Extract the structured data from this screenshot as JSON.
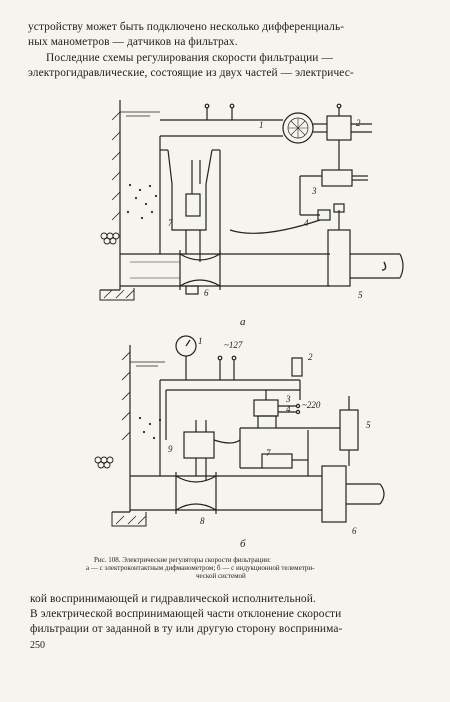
{
  "top_text": {
    "line1": "устройству может быть подключено несколько дифференциаль-",
    "line2": "ных манометров — датчиков на фильтрах.",
    "line3": "Последние схемы регулирования скорости фильтрации —",
    "line4": "электрогидравлические, состоящие из двух частей — электричес-"
  },
  "figure_a": {
    "label": "а",
    "callouts": [
      "1",
      "2",
      "3",
      "4",
      "5",
      "6",
      "7"
    ]
  },
  "figure_b": {
    "label": "б",
    "callouts": [
      "1",
      "2",
      "3",
      "4",
      "5",
      "6",
      "7",
      "8",
      "9"
    ],
    "voltage_127": "~127",
    "voltage_220": "~220"
  },
  "caption": {
    "line1": "Рис. 108. Электрические регуляторы скорости фильтрации:",
    "line2": "а — с электроконтактным дифманометром; б — с индукционной телеметри-",
    "line3": "ческой системой"
  },
  "bottom_text": {
    "line1": "кой воспринимающей и гидравлической исполнительной.",
    "line2": "В электрической воспринимающей части отклонение скорости",
    "line3": "фильтрации от заданной в ту или другую сторону воспринима-"
  },
  "page_number": "250"
}
